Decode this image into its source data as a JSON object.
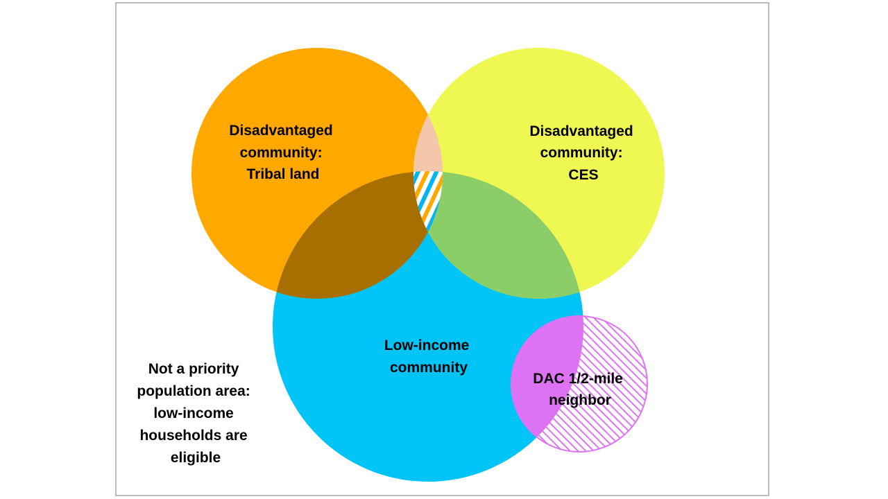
{
  "diagram": {
    "sets": {
      "tribal": {
        "lines": [
          "Disadvantaged",
          "community:",
          "Tribal land"
        ],
        "color": "#FFA800"
      },
      "ces": {
        "lines": [
          "Disadvantaged",
          "community:",
          "CES"
        ],
        "color": "#EFF852"
      },
      "low_income": {
        "lines": [
          "Low-income",
          "community"
        ],
        "color": "#00C3F6"
      },
      "dac_neighbor": {
        "lines": [
          "DAC 1/2-mile",
          "neighbor"
        ],
        "color": "#DD73F4"
      }
    },
    "outside_note": {
      "lines": [
        "Not a priority",
        "population area:",
        "low-income",
        "households are",
        "eligible"
      ]
    },
    "overlap_colors": {
      "tribal_ces": "#F4C6AA",
      "tribal_low_income": "#A66F00",
      "ces_low_income": "#8BCE67",
      "stripe_a": "#00B5F0",
      "stripe_b": "#FFA800"
    }
  }
}
